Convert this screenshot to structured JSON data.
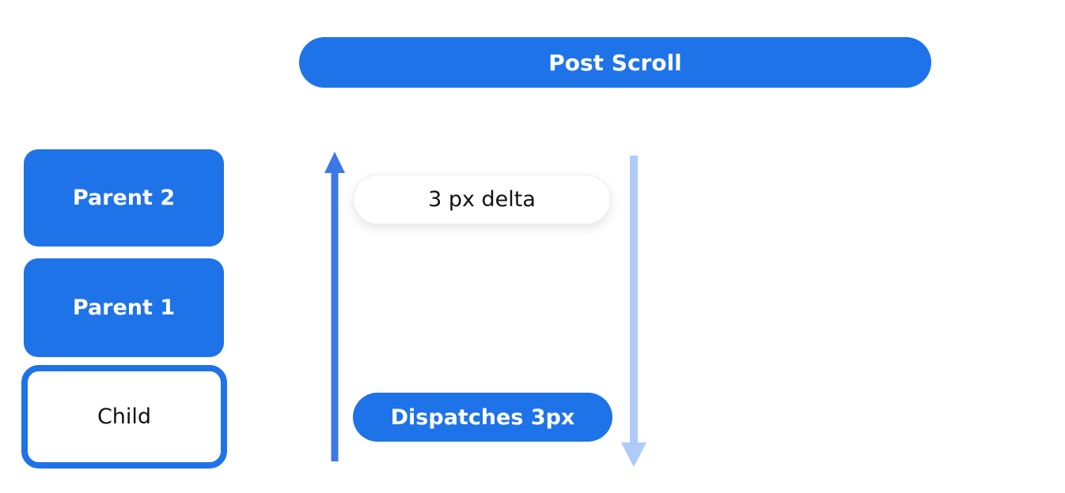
{
  "colors": {
    "bg": "#ffffff",
    "primary_blue": "#1e73e8",
    "arrow_blue": "#3c78e8",
    "light_blue": "#aecbfa",
    "white": "#ffffff",
    "text_dark": "#111111"
  },
  "header": {
    "title": "Post Scroll"
  },
  "tree": {
    "boxes": [
      {
        "label": "Parent 2",
        "variant": "filled"
      },
      {
        "label": "Parent 1",
        "variant": "filled"
      },
      {
        "label": "Child",
        "variant": "outlined"
      }
    ]
  },
  "flow": {
    "delta_label": "3 px delta",
    "dispatch_label": "Dispatches 3px",
    "icons": {
      "up_arrow": "up-arrow-icon",
      "down_arrow": "down-arrow-icon"
    }
  }
}
